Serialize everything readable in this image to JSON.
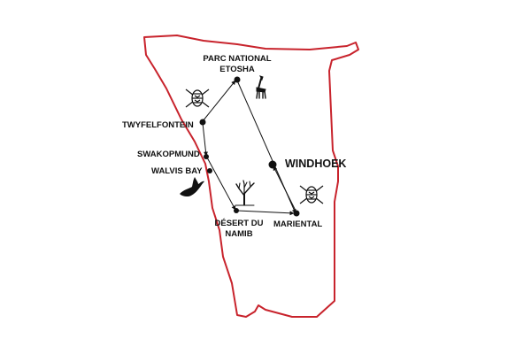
{
  "map": {
    "colors": {
      "border": "#c8232c",
      "route": "#111111",
      "background": "#ffffff"
    },
    "places": [
      {
        "id": "etosha",
        "label_line1": "PARC NATIONAL",
        "label_line2": "ETOSHA"
      },
      {
        "id": "twyfelfontein",
        "label": "TWYFELFONTEIN"
      },
      {
        "id": "swakopmund",
        "label": "SWAKOPMUND"
      },
      {
        "id": "walvis_bay",
        "label": "WALVIS BAY"
      },
      {
        "id": "windhoek",
        "label": "WINDHOEK",
        "capital": true
      },
      {
        "id": "desert_namib",
        "label_line1": "DÉSERT DU",
        "label_line2": "NAMIB"
      },
      {
        "id": "mariental",
        "label": "MARIENTAL"
      }
    ],
    "icons": [
      "giraffe-icon",
      "shield-mask-icon",
      "whale-tail-icon",
      "dead-tree-icon"
    ]
  }
}
